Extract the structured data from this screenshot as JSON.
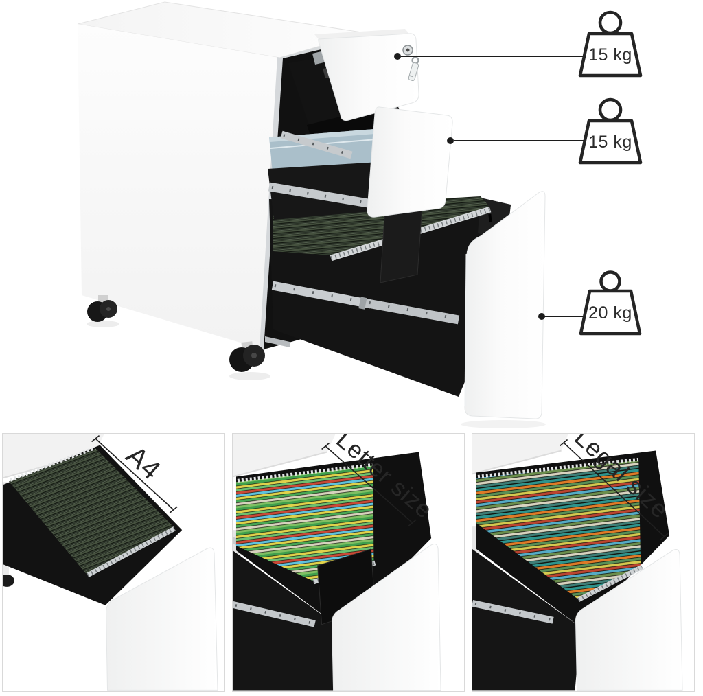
{
  "image": {
    "kind": "product-photo",
    "subject": "mobile-file-cabinet-three-drawers-open"
  },
  "callouts": [
    {
      "drawer": "top-drawer",
      "label": "15 kg"
    },
    {
      "drawer": "middle-drawer",
      "label": "15 kg"
    },
    {
      "drawer": "bottom-drawer",
      "label": "20 kg"
    }
  ],
  "panels": [
    {
      "label": "A4"
    },
    {
      "label": "Letter size"
    },
    {
      "label": "Legal size"
    }
  ],
  "icons": [
    {
      "name": "weight-icon",
      "count": 3
    }
  ],
  "colors": {
    "background": "#ffffff",
    "cabinet_white": "#fafafa",
    "drawer_black": "#141414",
    "rail_silver": "#c6cacd",
    "files_green": "#46523f",
    "folder_blue": "#aabfca",
    "callout_line": "#1c1c1c",
    "weight_outline": "#242424",
    "panel_border": "#d9d9d9"
  }
}
